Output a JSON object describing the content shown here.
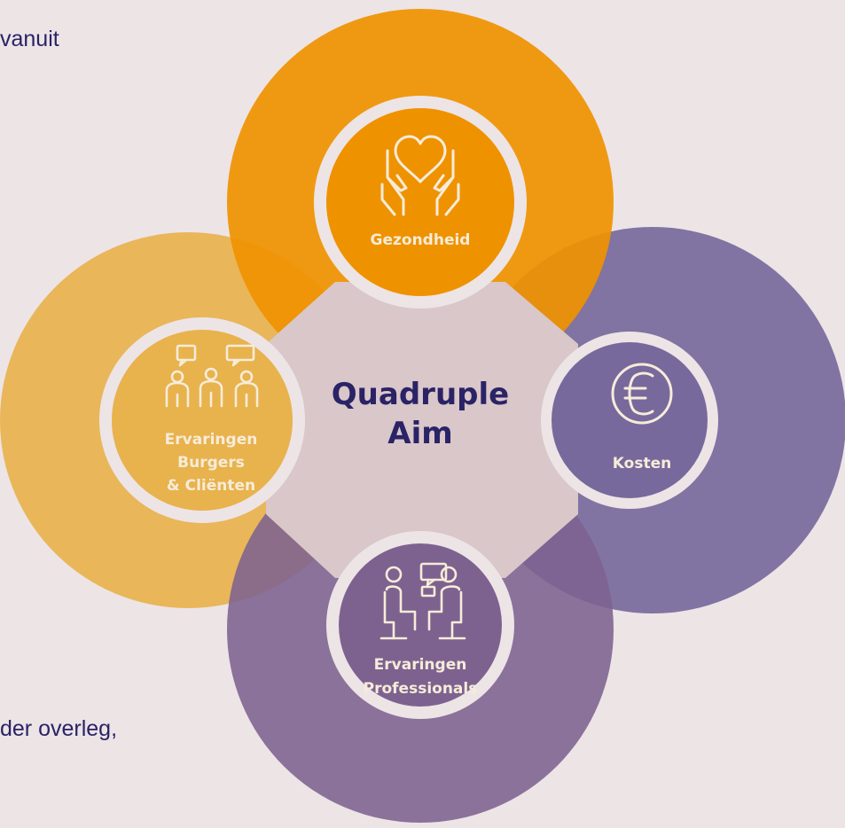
{
  "colors": {
    "background": "#ede4e6",
    "text_dark": "#2a2366",
    "center_fill": "#d9c7c9",
    "orange": "#ef9200",
    "yellow": "#e8b24d",
    "purple_right": "#77699c",
    "purple_bottom": "#7d6290",
    "ring": "#ede4e6",
    "label": "#f6ecd9"
  },
  "text_fragments": {
    "top": "vanuit",
    "bottom": "der overleg,"
  },
  "center": {
    "line1": "Quadruple",
    "line2": "Aim"
  },
  "nodes": {
    "top": {
      "label": "Gezondheid",
      "icon": "heart-hands-icon"
    },
    "right": {
      "label": "Kosten",
      "icon": "euro-icon"
    },
    "bottom": {
      "label_lines": [
        "Ervaringen",
        "Professionals"
      ],
      "icon": "conversation-icon"
    },
    "left": {
      "label_lines": [
        "Ervaringen",
        "Burgers",
        "& Cliënten"
      ],
      "icon": "group-chat-icon"
    }
  }
}
